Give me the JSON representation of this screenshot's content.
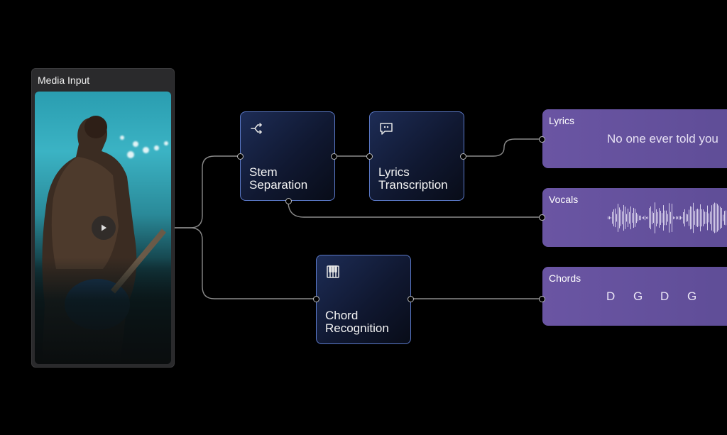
{
  "media": {
    "title": "Media Input",
    "play_icon": "play-icon"
  },
  "nodes": {
    "stem": {
      "line1": "Stem",
      "line2": "Separation",
      "icon": "split-icon"
    },
    "lyrics": {
      "line1": "Lyrics",
      "line2": "Transcription",
      "icon": "quote-bubble-icon"
    },
    "chord": {
      "line1": "Chord",
      "line2": "Recognition",
      "icon": "piano-keys-icon"
    }
  },
  "outputs": {
    "lyrics": {
      "title": "Lyrics",
      "text": "No one ever told you"
    },
    "vocals": {
      "title": "Vocals"
    },
    "chords": {
      "title": "Chords",
      "items": [
        "D",
        "G",
        "D",
        "G"
      ]
    }
  },
  "colors": {
    "node_border": "#5b79c8",
    "output_bg": "#6a55a3",
    "wire": "#8a8a8a"
  }
}
